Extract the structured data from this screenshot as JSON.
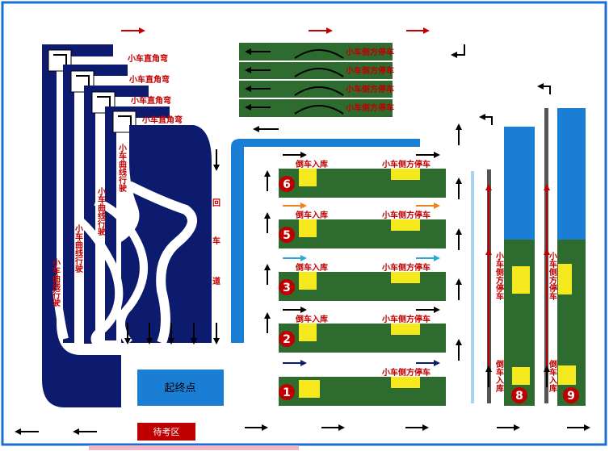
{
  "labels": {
    "right_angle_turn": "小车直角弯",
    "curve_driving": "小车曲线行驶",
    "reverse_parking": "倒车入库",
    "side_parking": "小车侧方停车",
    "hui": "回",
    "che": "车",
    "dao": "道",
    "start_end": "起终点",
    "waiting_area": "待考区",
    "side_parking_vertical": "小车侧方停车",
    "reverse_parking_vertical": "倒车入库"
  },
  "slots": [
    "6",
    "5",
    "3",
    "2",
    "1"
  ],
  "lanes": [
    "8",
    "9"
  ],
  "colors": {
    "navy": "#0d1b6e",
    "green": "#2e6b2e",
    "yellow": "#f5e81c",
    "blue": "#1a7fd4",
    "light_blue": "#2196e8",
    "red": "#c00000",
    "border": "#1a6fd1",
    "orange": "#f08020",
    "cyan": "#29a8e0"
  }
}
